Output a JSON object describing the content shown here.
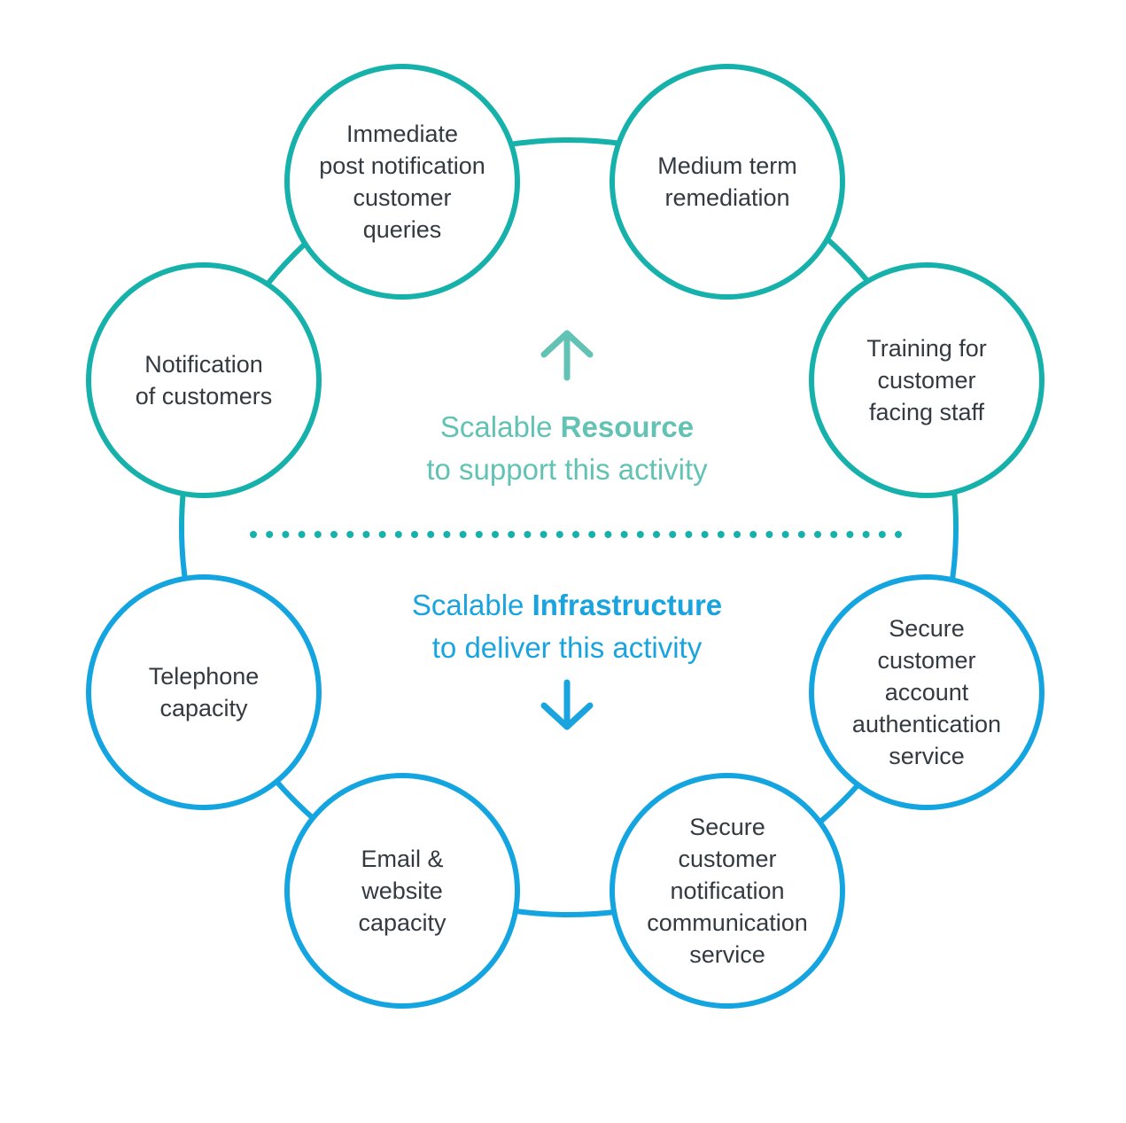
{
  "colors": {
    "resource": "#16b1aa",
    "resource_text": "#62c2b3",
    "infrastructure": "#14a5e1",
    "node_text": "#333a40"
  },
  "resource_nodes": [
    {
      "label": "Immediate\npost notification\ncustomer\nqueries"
    },
    {
      "label": "Medium term\nremediation"
    },
    {
      "label": "Training for\ncustomer\nfacing staff"
    },
    {
      "label": "Notification\nof customers"
    }
  ],
  "infrastructure_nodes": [
    {
      "label": "Telephone\ncapacity"
    },
    {
      "label": "Email &\nwebsite\ncapacity"
    },
    {
      "label": "Secure\ncustomer\nnotification\ncommunication\nservice"
    },
    {
      "label": "Secure\ncustomer\naccount\nauthentication\nservice"
    }
  ],
  "resource_caption": {
    "prefix": "Scalable ",
    "bold": "Resource",
    "line2": "to support this activity",
    "arrow_icon": "arrow-up-icon"
  },
  "infrastructure_caption": {
    "prefix": "Scalable ",
    "bold": "Infrastructure",
    "line2": "to deliver this activity",
    "arrow_icon": "arrow-down-icon"
  }
}
